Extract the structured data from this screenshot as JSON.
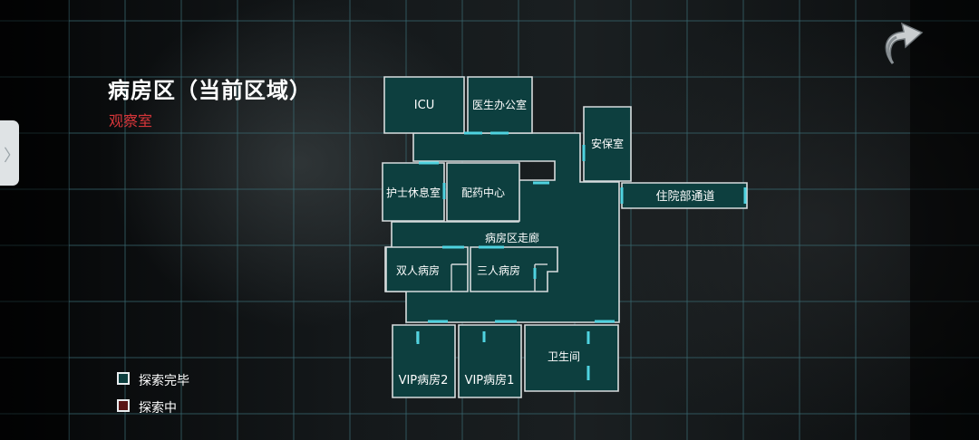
{
  "area_title": "病房区（当前区域）",
  "current_room": "观察室",
  "icons": {
    "side_tab": "chevron-right-icon",
    "back": "back-arrow-icon"
  },
  "side_tab_glyph": "〉",
  "colors": {
    "explored": "#0d3f3f",
    "exploring": "#5a1616",
    "room_border": "#d7dcdd",
    "door": "#4fd3e0",
    "current_room_text": "#d8363a"
  },
  "rooms": {
    "icu": "ICU",
    "doctor_office": "医生办公室",
    "security": "安保室",
    "nurse_lounge": "护士休息室",
    "pharmacy": "配药中心",
    "inpatient_passage": "住院部通道",
    "ward_corridor": "病房区走廊",
    "double_ward": "双人病房",
    "triple_ward": "三人病房",
    "vip_ward_2": "VIP病房2",
    "vip_ward_1": "VIP病房1",
    "bathroom": "卫生间"
  },
  "legend": {
    "explored": "探索完毕",
    "exploring": "探索中"
  }
}
